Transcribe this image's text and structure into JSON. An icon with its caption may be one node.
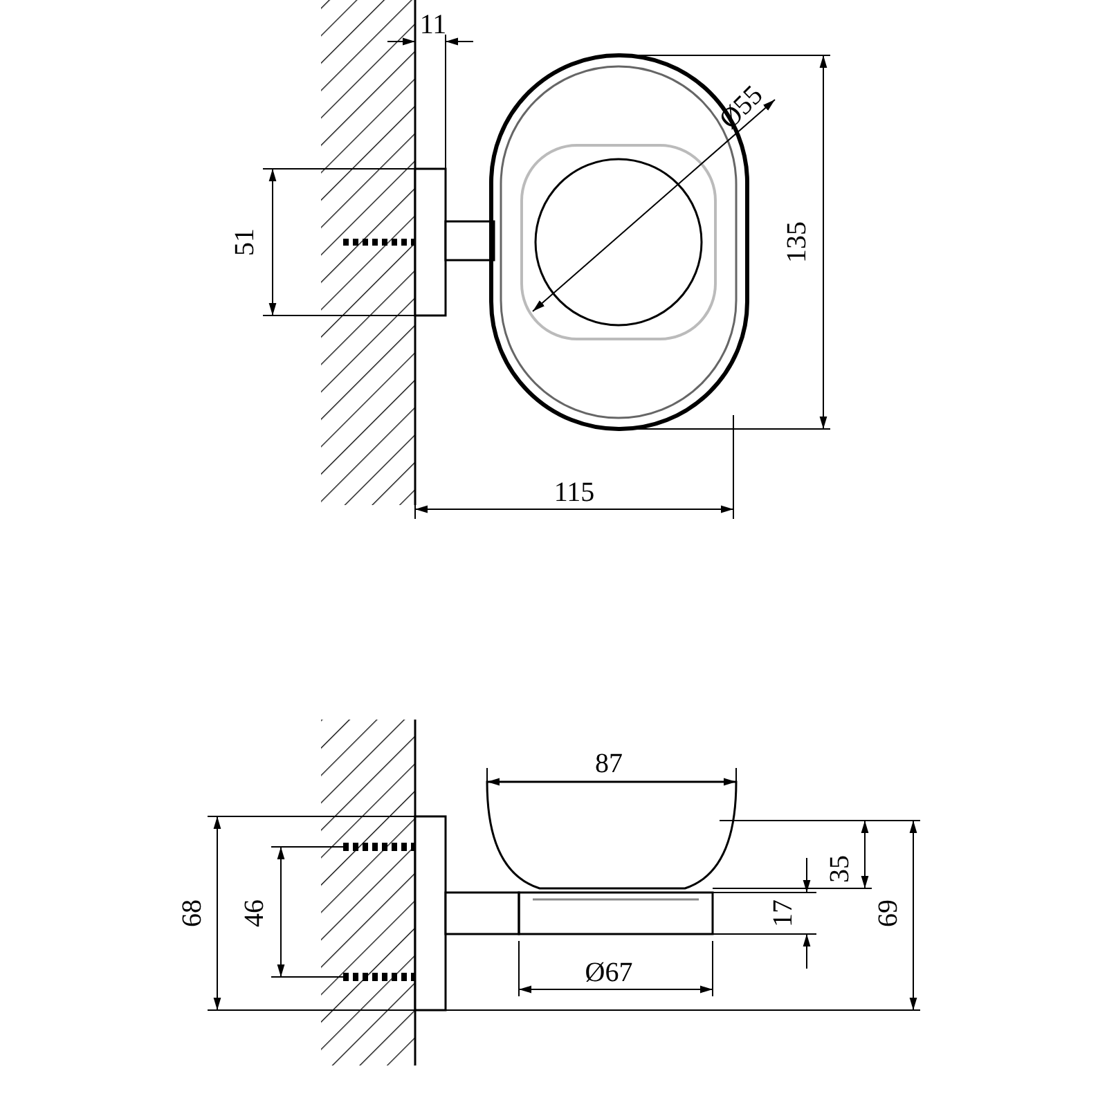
{
  "diagram": {
    "labels": [
      "11",
      "Ø55",
      "51",
      "135",
      "115",
      "87",
      "35",
      "68",
      "46",
      "17",
      "69",
      "Ø67"
    ]
  }
}
